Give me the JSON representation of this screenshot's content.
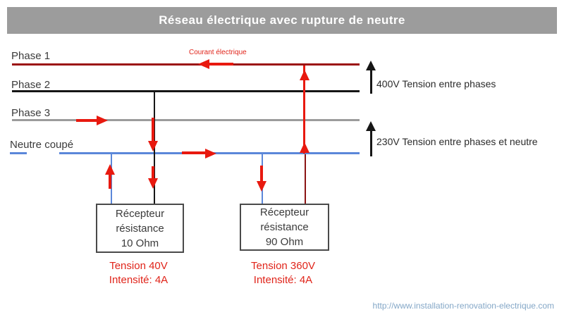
{
  "title": "Réseau électrique avec rupture de neutre",
  "wires": {
    "phase1": {
      "label": "Phase 1",
      "color": "#9b1010"
    },
    "phase2": {
      "label": "Phase 2",
      "color": "#161616"
    },
    "phase3": {
      "label": "Phase 3",
      "color": "#9c9c9c"
    },
    "neutral": {
      "label": "Neutre coupé",
      "color": "#5b87d9"
    }
  },
  "annotations": {
    "current_label": "Courant électrique",
    "voltage_between_phases": "400V Tension entre phases",
    "voltage_phase_neutral": "230V Tension entre phases et neutre"
  },
  "receivers": [
    {
      "line1": "Récepteur",
      "line2": "résistance",
      "line3": "10 Ohm",
      "tension": "Tension 40V",
      "intensite": "Intensité: 4A"
    },
    {
      "line1": "Récepteur",
      "line2": "résistance",
      "line3": "90 Ohm",
      "tension": "Tension 360V",
      "intensite": "Intensité: 4A"
    }
  ],
  "footer": {
    "url": "http://www.installation-renovation-electrique.com"
  },
  "colors": {
    "current_arrow": "#e8190f",
    "caption_red": "#e0241a",
    "title_bg": "#9c9c9c",
    "url_blue": "#84a7c7"
  }
}
